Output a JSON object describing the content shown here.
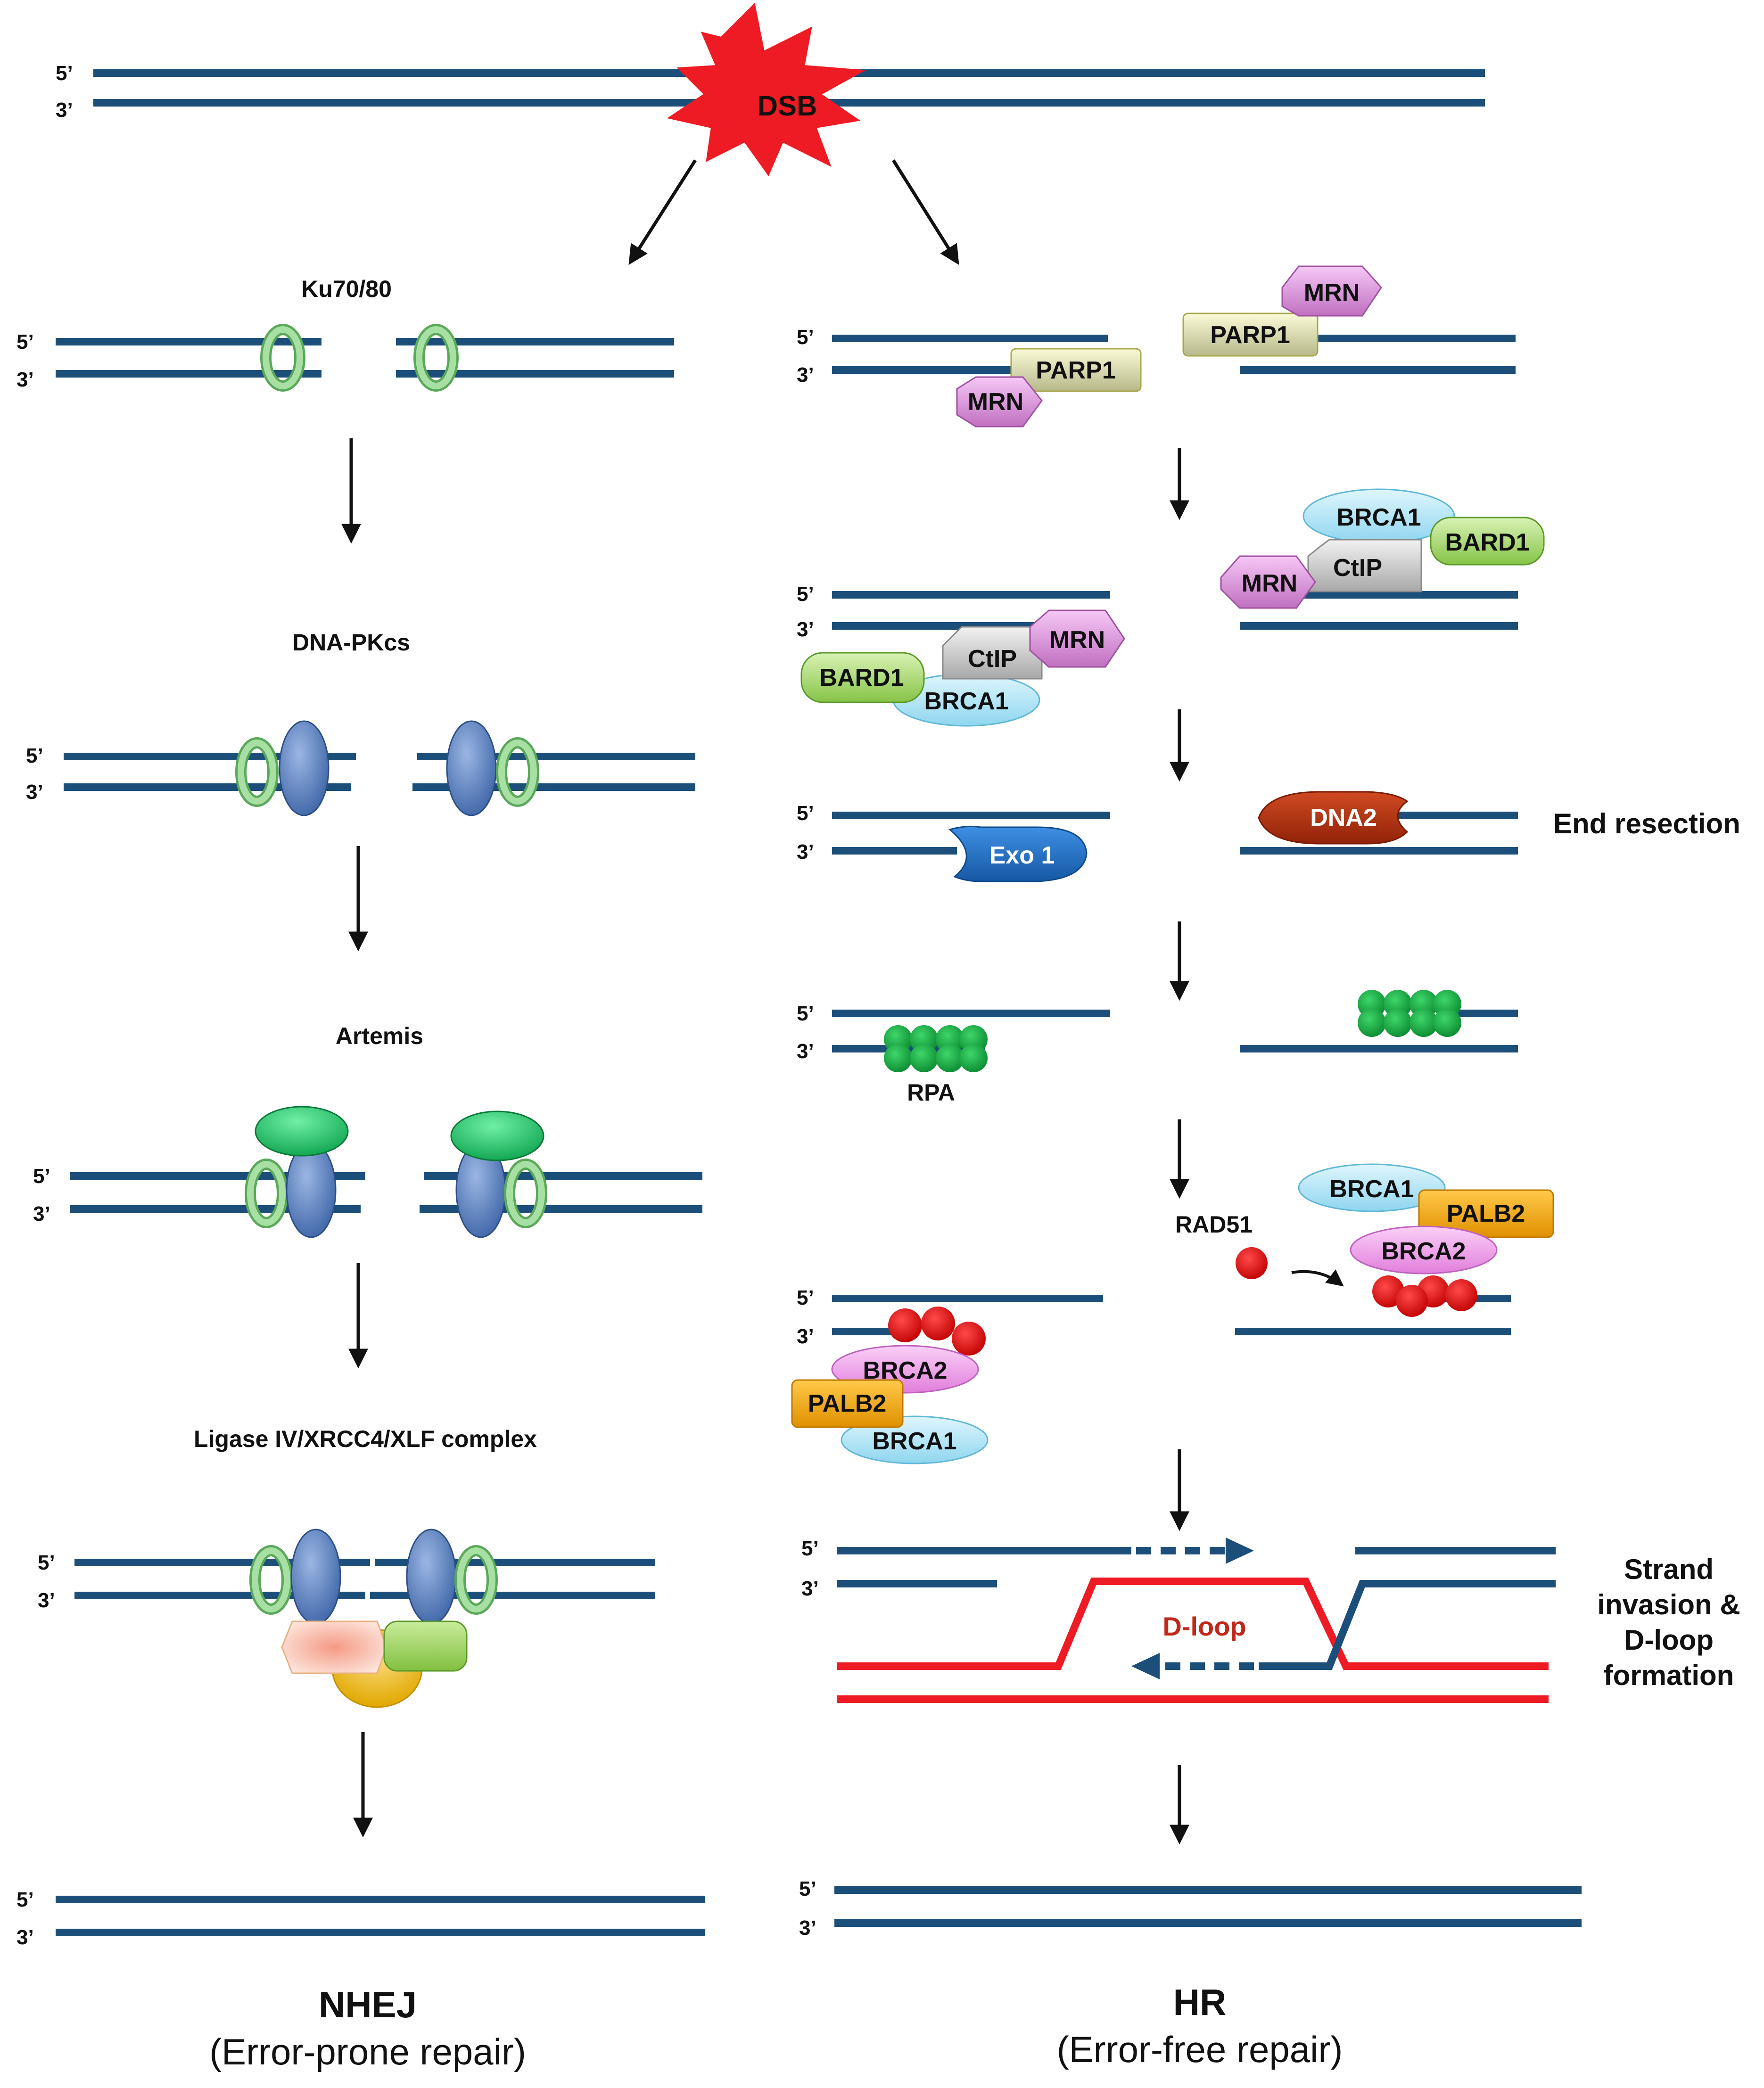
{
  "labels": {
    "dsb": "DSB",
    "end5": "5’",
    "end3": "3’",
    "ku": "Ku70/80",
    "dnapkcs": "DNA-PKcs",
    "artemis": "Artemis",
    "ligase": "Ligase IV/XRCC4/XLF complex",
    "parp1": "PARP1",
    "mrn": "MRN",
    "brca1": "BRCA1",
    "bard1": "BARD1",
    "ctip": "CtIP",
    "exo1": "Exo 1",
    "dna2": "DNA2",
    "end_resection": "End resection",
    "rpa": "RPA",
    "rad51": "RAD51",
    "palb2": "PALB2",
    "brca2": "BRCA2",
    "dloop": "D-loop",
    "strand_invasion": [
      "Strand",
      "invasion &",
      "D-loop",
      "formation"
    ]
  },
  "nhej": {
    "title": "NHEJ",
    "subtitle": "(Error-prone repair)"
  },
  "hr": {
    "title": "HR",
    "subtitle": "(Error-free repair)"
  },
  "colors": {
    "dna": "#1b4f7a",
    "template_dna": "#ee1b24",
    "dsb_burst": "#ee1b24",
    "ku": "#8fd18a",
    "dnapkcs": "#6b8fc7",
    "artemis": "#1fc466",
    "parp1": "#d8d89a",
    "mrn": "#d98fd9",
    "brca1": "#a8e3f5",
    "bard1": "#a5d96a",
    "ctip": "#cccccc",
    "exo1": "#1f6fc4",
    "dna2": "#b03010",
    "rpa": "#11a83c",
    "rad51": "#e01010",
    "palb2": "#f0a800",
    "brca2": "#ee90e8"
  }
}
